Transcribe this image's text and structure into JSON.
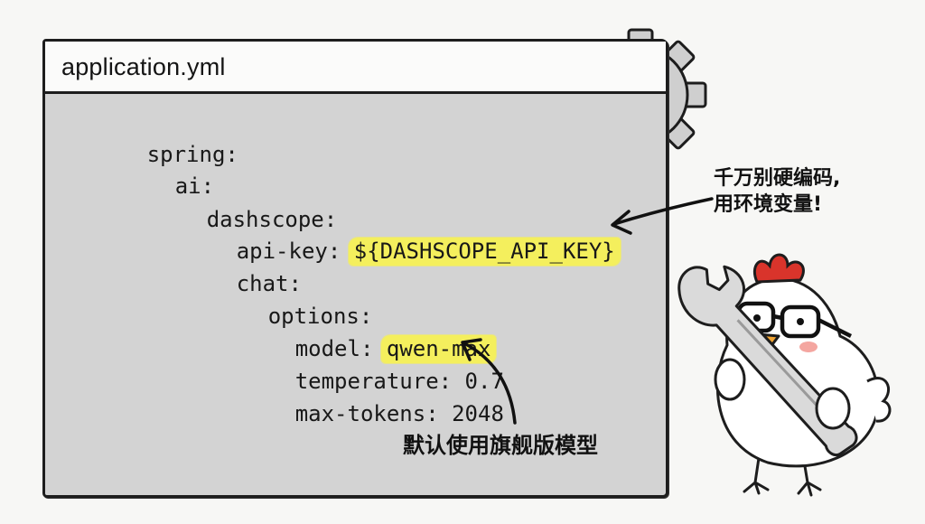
{
  "window": {
    "title": "application.yml"
  },
  "code": {
    "lines": [
      {
        "key": "spring:",
        "value": ""
      },
      {
        "key": "ai:",
        "value": ""
      },
      {
        "key": "dashscope:",
        "value": ""
      },
      {
        "key": "api-key: ",
        "value": "${DASHSCOPE_API_KEY}"
      },
      {
        "key": "chat:",
        "value": ""
      },
      {
        "key": "options:",
        "value": ""
      },
      {
        "key": "model: ",
        "value": "qwen-max"
      },
      {
        "key": "temperature: ",
        "value": "0.7"
      },
      {
        "key": "max-tokens: ",
        "value": "2048"
      }
    ]
  },
  "annotations": {
    "env_var_note_line1": "千万别硬编码,",
    "env_var_note_line2": "用环境变量!",
    "model_note": "默认使用旗舰版模型"
  },
  "colors": {
    "highlight": "#f4ef5d",
    "panel_background": "#d3d3d3",
    "outline": "#1d1d1d",
    "comb": "#d9342b",
    "beak": "#f2a534"
  },
  "icons": {
    "gear": "gear-icon",
    "wrench": "wrench-icon",
    "chicken": "chicken-mascot"
  }
}
